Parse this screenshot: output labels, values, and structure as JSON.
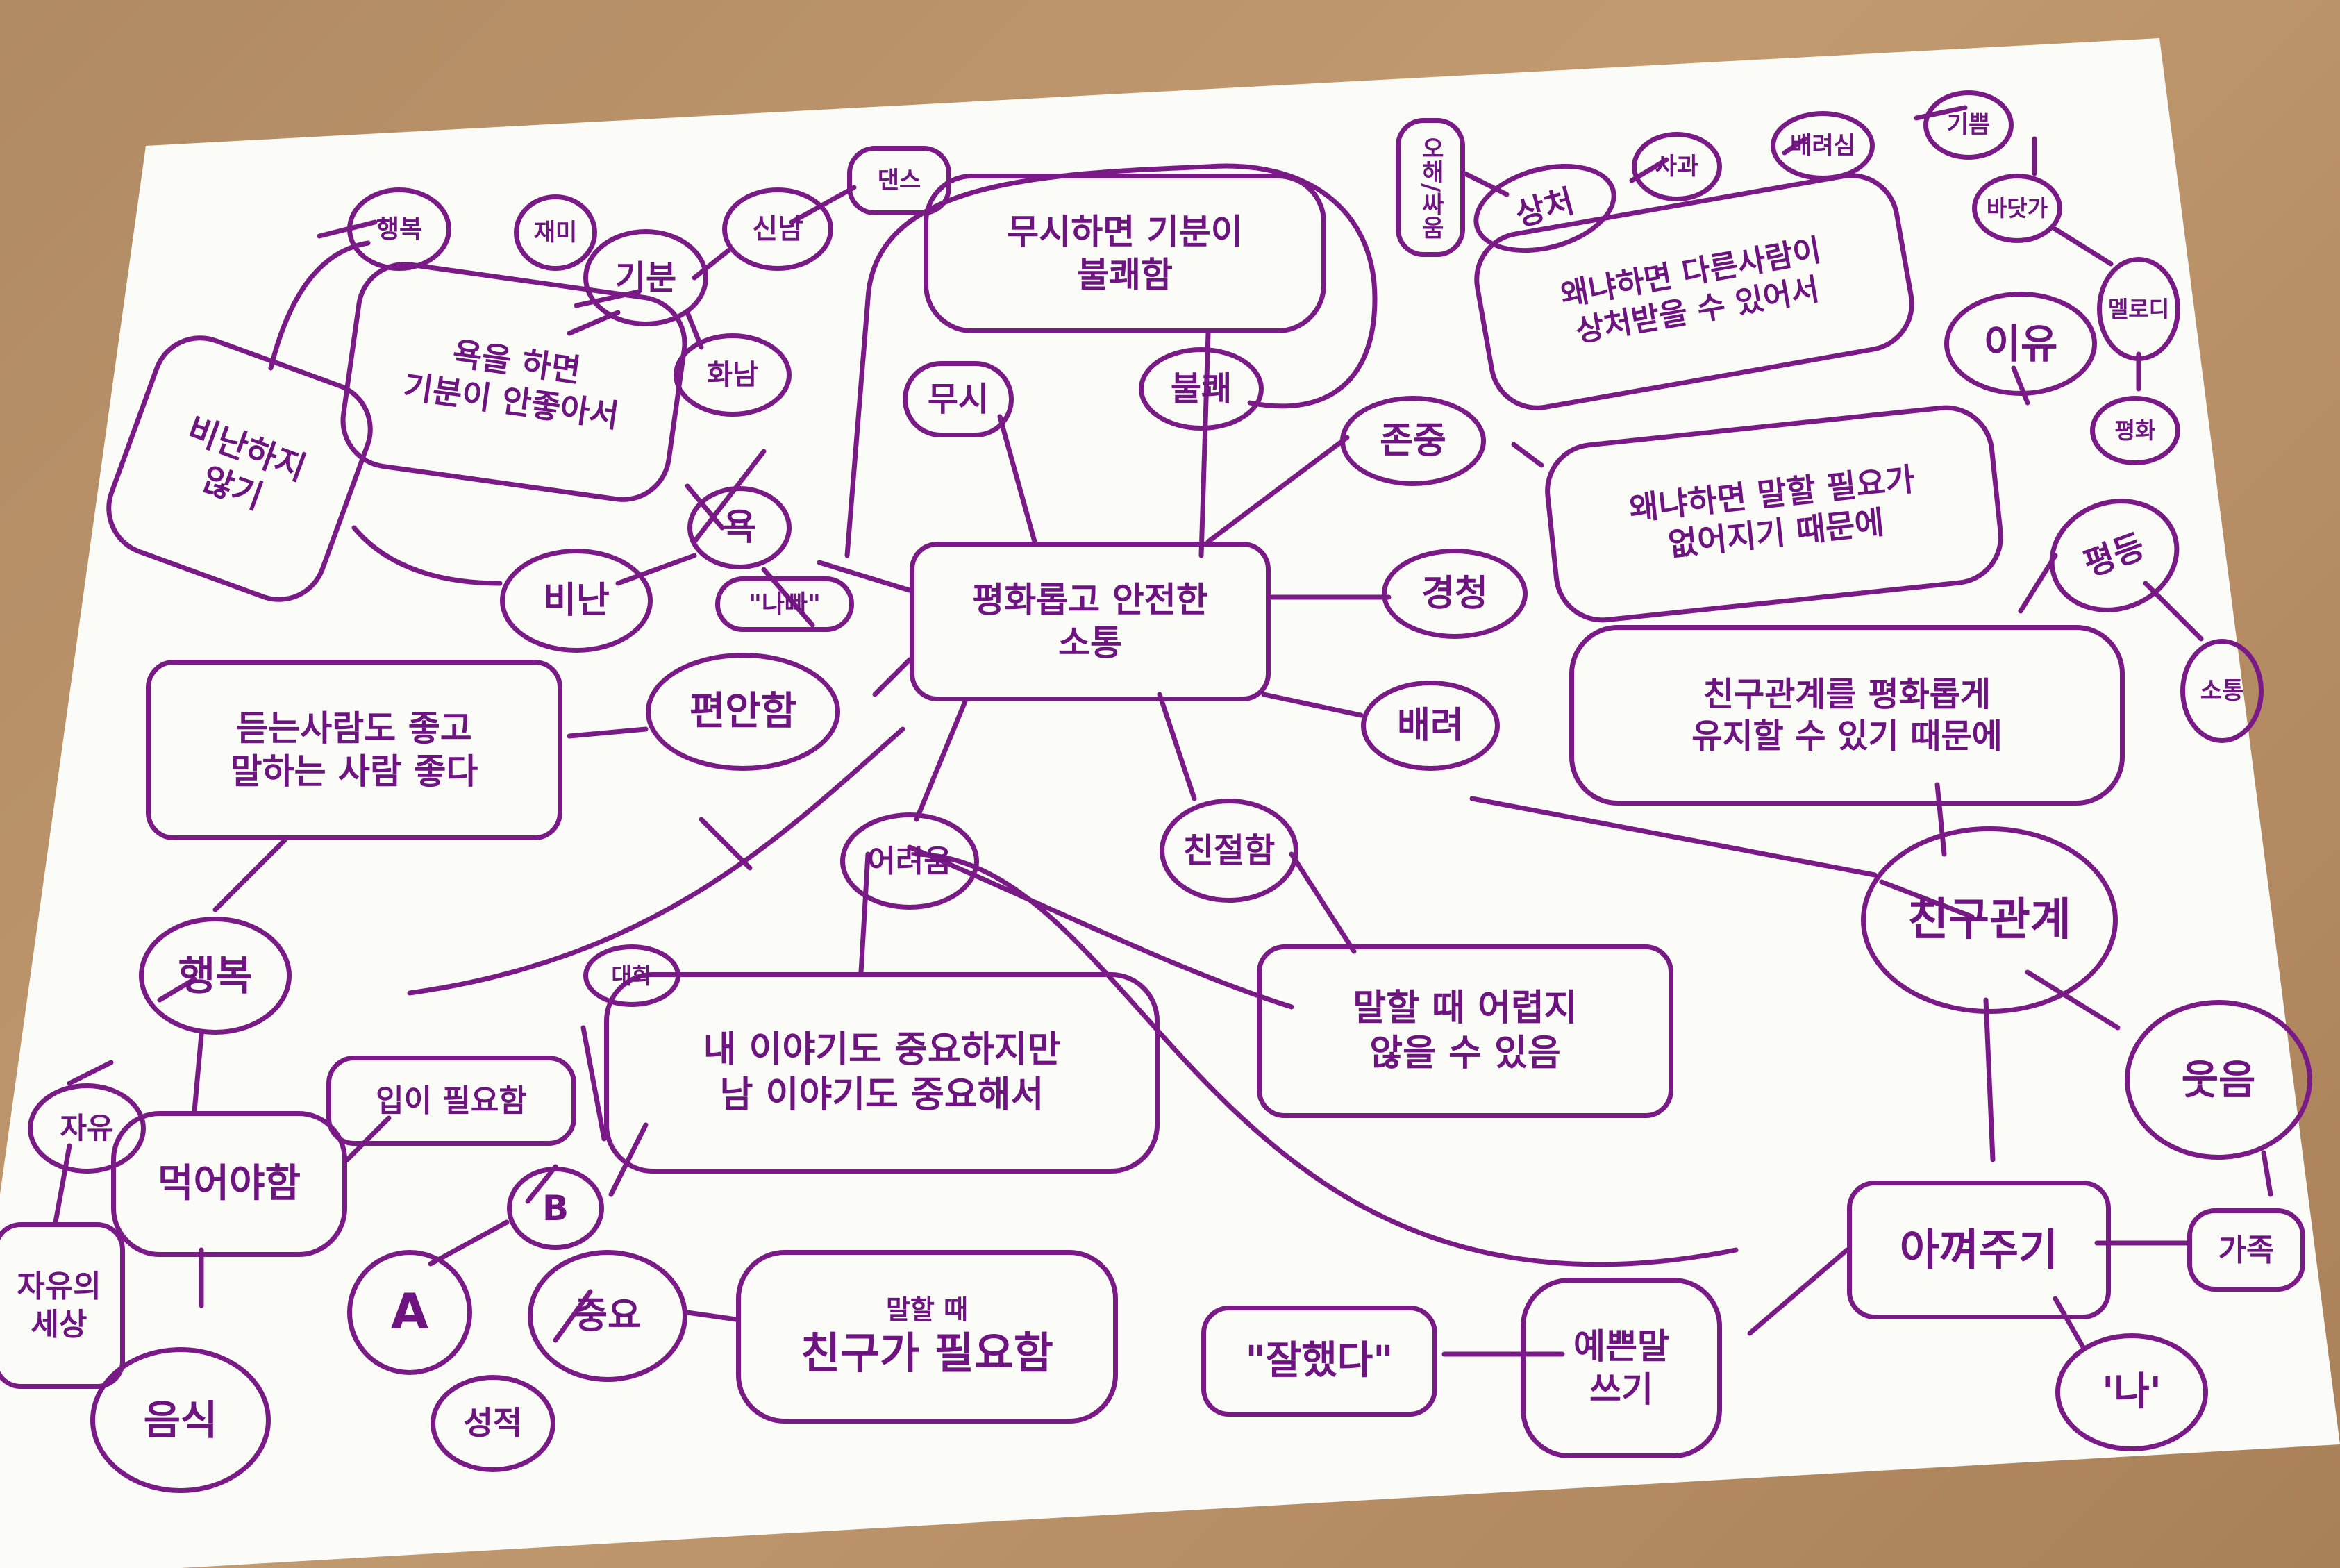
{
  "center": "평화롭고  안전한\n소통",
  "nodes": {
    "mutually": "무시하면 기분이\n불쾌함",
    "ignore": "무시",
    "unpleasant": "불쾌",
    "respect": "존중",
    "respect_reason": "왜냐하면 다른사람이\n상처받을 수 있어서",
    "hurt": "상처",
    "misunderstanding": "오해/싸움",
    "wound_a": "사과",
    "wound_b": "배려심",
    "wound_c": "기쁨",
    "wound_d": "바닷가",
    "wound_e": "멜로디",
    "wound_f": "평화",
    "reason": "이유",
    "listen": "경청",
    "listen_reason": "왜냐하면 말할 필요가\n없어지기 때문에",
    "equal": "평등",
    "equal_b": "소통",
    "care": "배려",
    "care_reason": "친구관계를 평화롭게\n유지할 수 있기 때문에",
    "friendship": "친구관계",
    "smile": "웃음",
    "cherish": "아껴주기",
    "family": "가족",
    "me": "'나'",
    "nice_words": "예쁜말\n쓰기",
    "well_done": "\"잘했다\"",
    "kindness": "친절함",
    "kind_reason": "말할 때 어렵지\n않을 수 있음",
    "difficulty": "어려움",
    "my_story": "내 이야기도 중요하지만\n남 이야기도 중요해서",
    "dialogue": "대화",
    "need_mouth": "입이 필요함",
    "swear": "욕",
    "swear_reason": "욕을 하면\n기분이 안좋아서",
    "mood": "기분",
    "excite": "신남",
    "dance": "댄스",
    "angry": "화남",
    "happy_top": "행복",
    "joy": "재미",
    "no_blame": "비난하지\n않기",
    "blame": "비난",
    "hint": "\"나빠\"",
    "comfort": "편안함",
    "comfort_reason": "듣는사람도 좋고\n말하는 사람 좋다",
    "happiness": "행복",
    "freedom": "자유",
    "eat": "먹어야함",
    "freedom_world": "자유의\n세상",
    "food": "음식",
    "letter_a": "A",
    "letter_b": "B",
    "important": "중요",
    "grade": "성적",
    "need_friend_small": "말할 때",
    "need_friend": "친구가 필요함"
  },
  "colors": {
    "ink": "#7a1a86",
    "paper": "#ffffff",
    "table": "#b08a63"
  }
}
